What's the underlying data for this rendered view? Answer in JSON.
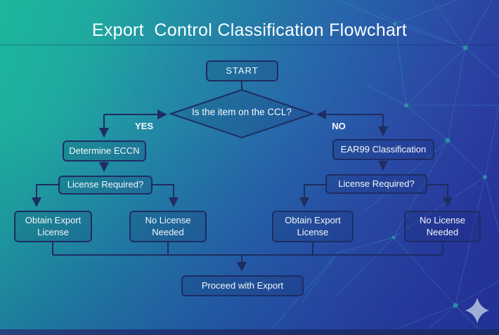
{
  "title": "Export  Control Classification Flowchart",
  "flowchart": {
    "start": {
      "label": "START"
    },
    "decision": {
      "label": "Is the item on the CCL?"
    },
    "yes_branch": {
      "branch_label": "YES",
      "classify": "Determine ECCN",
      "license_question": "License Required?",
      "license_outcome": "Obtain Export License",
      "no_license_outcome": "No License Needed"
    },
    "no_branch": {
      "branch_label": "NO",
      "classify": "EAR99 Classification",
      "license_question": "License Required?",
      "license_outcome": "Obtain Export License",
      "no_license_outcome": "No License Needed"
    },
    "final": {
      "label": "Proceed with Export"
    }
  },
  "icons": {
    "sparkle": "four-pointed-star-sparkle"
  },
  "colors": {
    "background_teal": "#1bb89b",
    "background_blue": "#27319a",
    "connector": "#1e2d63",
    "node_text": "#f3f6fb",
    "mesh_accent": "#2ea3a4",
    "sparkle": "#a8b4d8",
    "bottom_bar": "#1d3070"
  }
}
